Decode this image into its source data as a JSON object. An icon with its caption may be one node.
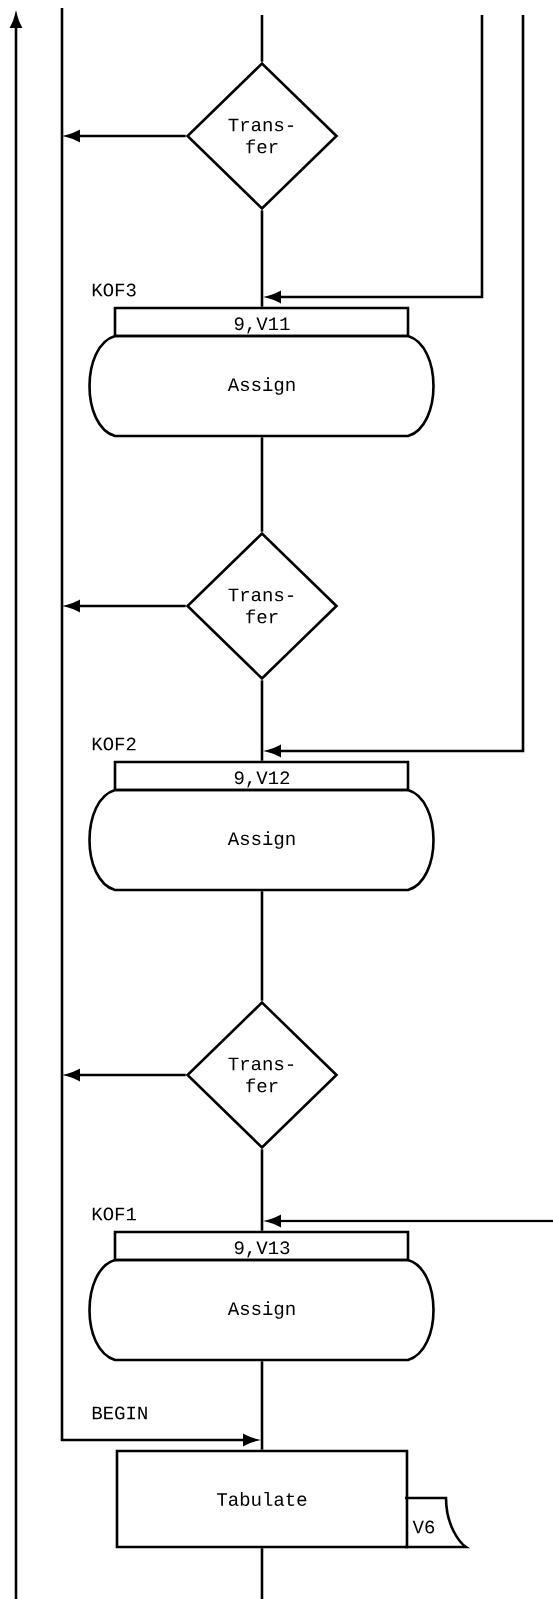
{
  "diagram": {
    "nodes": [
      {
        "text": [
          "Trans- fer"
        ]
      },
      {
        "text": [
          "9,V11",
          "Assign"
        ],
        "beside": [
          "KOF3"
        ]
      },
      {
        "text": [
          "Trans- fer"
        ]
      },
      {
        "text": [
          "9,V12",
          "Assign"
        ],
        "beside": [
          "KOF2"
        ]
      },
      {
        "text": [
          "Trans- fer"
        ]
      },
      {
        "text": [
          "9,V13",
          "Assign"
        ],
        "beside": [
          "KOF1"
        ]
      },
      {
        "text": [
          "Tabulate",
          "V6"
        ],
        "beside": [
          "BEGIN"
        ]
      }
    ],
    "edges": [
      {
        "from": null,
        "to": 0,
        "arrow": "none"
      },
      {
        "from": 0,
        "to": null,
        "arrow": "to"
      },
      {
        "from": 0,
        "to": 1,
        "arrow": "none"
      },
      {
        "from": null,
        "to": 1,
        "arrow": "to"
      },
      {
        "from": 1,
        "to": 2,
        "arrow": "none"
      },
      {
        "from": 2,
        "to": null,
        "arrow": "to"
      },
      {
        "from": 2,
        "to": 3,
        "arrow": "none"
      },
      {
        "from": null,
        "to": 3,
        "arrow": "to"
      },
      {
        "from": 3,
        "to": 4,
        "arrow": "none"
      },
      {
        "from": 4,
        "to": null,
        "arrow": "to"
      },
      {
        "from": 4,
        "to": 5,
        "arrow": "none"
      },
      {
        "from": null,
        "to": 5,
        "arrow": "to"
      },
      {
        "from": 5,
        "to": 6,
        "arrow": "none"
      },
      {
        "from": null,
        "to": 6,
        "arrow": "to"
      },
      {
        "from": 6,
        "to": null,
        "arrow": "none"
      }
    ]
  }
}
